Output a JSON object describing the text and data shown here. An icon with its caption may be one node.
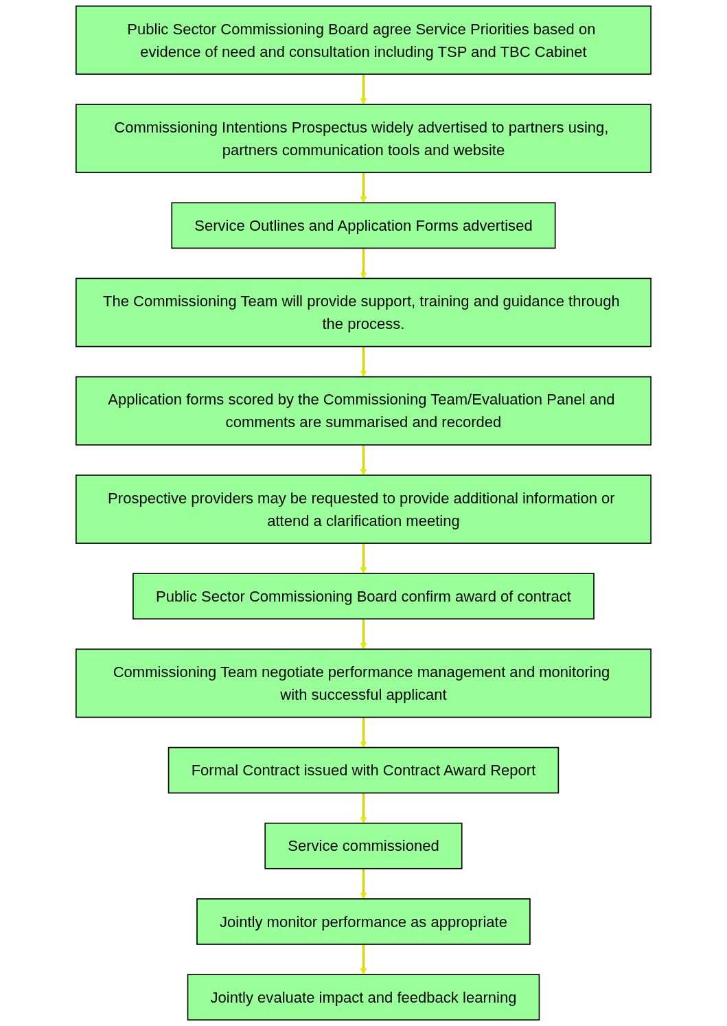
{
  "diagram": {
    "nodes": [
      {
        "text": [
          "Public Sector Commissioning Board agree Service Priorities based on evidence of need and consultation including TSP and TBC Cabinet"
        ]
      },
      {
        "text": [
          "Commissioning Intentions Prospectus widely advertised to partners using, partners communication tools and website"
        ]
      },
      {
        "text": [
          "Service Outlines and Application Forms advertised"
        ]
      },
      {
        "text": [
          "The Commissioning Team will provide support, training and guidance through the process."
        ]
      },
      {
        "text": [
          "Application forms scored by the Commissioning Team/Evaluation Panel and comments are summarised and recorded"
        ]
      },
      {
        "text": [
          "Prospective providers may be requested to provide additional information or attend a clarification meeting"
        ]
      },
      {
        "text": [
          "Public Sector Commissioning Board confirm award of contract"
        ]
      },
      {
        "text": [
          "Commissioning Team negotiate performance management and monitoring with successful applicant"
        ]
      },
      {
        "text": [
          "Formal Contract issued with Contract Award Report"
        ]
      },
      {
        "text": [
          "Service commissioned"
        ]
      },
      {
        "text": [
          "Jointly monitor performance as appropriate"
        ]
      },
      {
        "text": [
          "Jointly evaluate impact and feedback learning"
        ]
      }
    ],
    "edges": [
      {
        "from": 0,
        "to": 1,
        "arrow": "to"
      },
      {
        "from": 1,
        "to": 2,
        "arrow": "to"
      },
      {
        "from": 2,
        "to": 3,
        "arrow": "to"
      },
      {
        "from": 3,
        "to": 4,
        "arrow": "to"
      },
      {
        "from": 4,
        "to": 5,
        "arrow": "to"
      },
      {
        "from": 5,
        "to": 6,
        "arrow": "to"
      },
      {
        "from": 6,
        "to": 7,
        "arrow": "to"
      },
      {
        "from": 7,
        "to": 8,
        "arrow": "to"
      },
      {
        "from": 8,
        "to": 9,
        "arrow": "to"
      },
      {
        "from": 9,
        "to": 10,
        "arrow": "to"
      },
      {
        "from": 10,
        "to": 11,
        "arrow": "to"
      }
    ]
  }
}
